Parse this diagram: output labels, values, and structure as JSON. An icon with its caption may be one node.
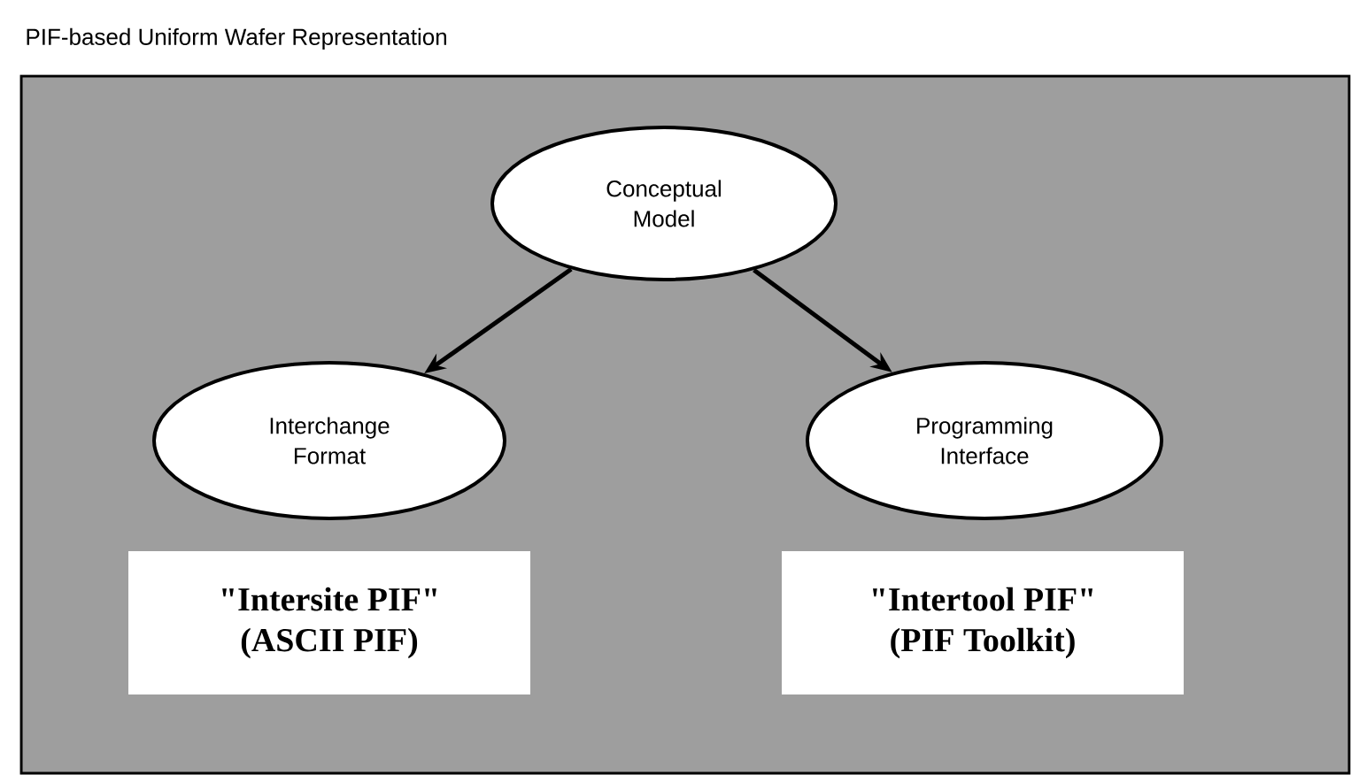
{
  "diagram": {
    "title": "PIF-based Uniform Wafer Representation",
    "nodes": [
      {
        "text": [],
        "shape": "box"
      },
      {
        "text": [
          "Conceptual Model"
        ],
        "in": 0
      },
      {
        "text": [
          "Interchange Format"
        ],
        "in": 0
      },
      {
        "text": [
          "Programming Interface"
        ],
        "in": 0
      },
      {
        "text": [
          "\"Intersite PIF\"",
          "(ASCII PIF)"
        ],
        "in": 0
      },
      {
        "text": [
          "\"Intertool PIF\"",
          "(PIF Toolkit)"
        ],
        "in": 0
      }
    ],
    "edges": [
      {
        "from": 1,
        "to": 2,
        "arrow": "to"
      },
      {
        "from": 1,
        "to": 3,
        "arrow": "to"
      }
    ]
  }
}
